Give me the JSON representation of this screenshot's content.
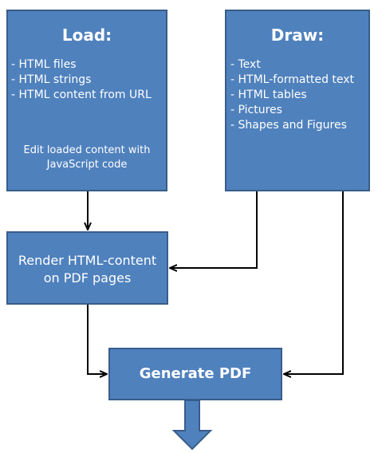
{
  "load": {
    "title": "Load:",
    "items": [
      "- HTML files",
      "- HTML strings",
      "- HTML content from URL"
    ],
    "note_line1": "Edit loaded content with",
    "note_line2": "JavaScript code"
  },
  "draw": {
    "title": "Draw:",
    "items": [
      "- Text",
      "- HTML-formatted text",
      "- HTML tables",
      "- Pictures",
      "- Shapes and Figures"
    ]
  },
  "render": {
    "line1": "Render HTML-content",
    "line2": "on PDF pages"
  },
  "generate": {
    "label": "Generate PDF"
  },
  "colors": {
    "box_fill": "#4f81bd",
    "box_border": "#385d8a",
    "connector": "#000000"
  }
}
